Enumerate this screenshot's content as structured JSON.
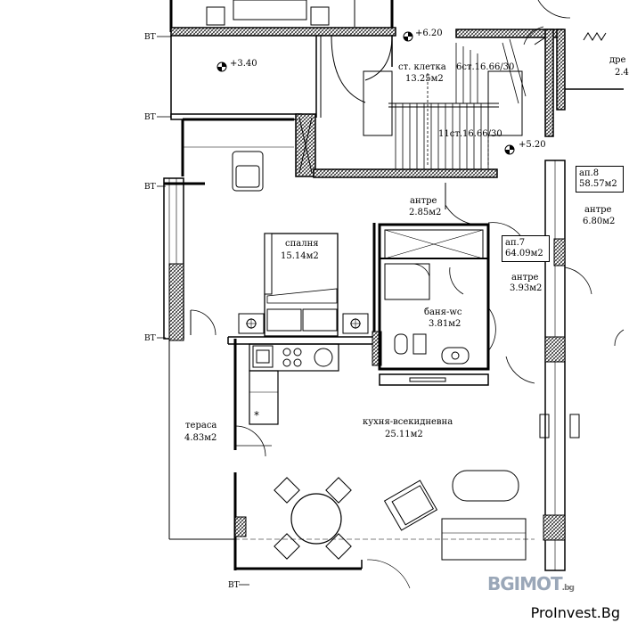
{
  "rooms": {
    "spalnya": {
      "name": "спалня",
      "area": "15.14м2"
    },
    "banya": {
      "name": "баня-wc",
      "area": "3.81м2"
    },
    "kuhnya": {
      "name": "кухня-всекидневна",
      "area": "25.11м2"
    },
    "terasa": {
      "name": "тераса",
      "area": "4.83м2"
    },
    "antre_hall": {
      "name": "антре",
      "area": "2.85м2"
    },
    "antre_ap7": {
      "name": "антре",
      "area": "3.93м2"
    },
    "antre_ap8": {
      "name": "антре",
      "area": "6.80м2"
    },
    "stairwell": {
      "name": "ст. клетка",
      "area": "13.25м2"
    },
    "dressing": {
      "name": "дре",
      "area": "2.4"
    }
  },
  "apartments": {
    "ap7": {
      "name": "ап.7",
      "area": "64.09м2"
    },
    "ap8": {
      "name": "ап.8",
      "area": "58.57м2"
    }
  },
  "stairs": {
    "upper": "6ст.16.66/30",
    "lower": "11ст.16.66/30"
  },
  "levels": {
    "l620": "+6.20",
    "l340": "+3.40",
    "l520": "+5.20"
  },
  "bt_marks": [
    "ВТ",
    "ВТ",
    "ВТ",
    "ВТ",
    "ВТ"
  ],
  "watermark": {
    "logo": "BGIMOT",
    "tld": ".bg",
    "site": "ProInvest.Bg"
  }
}
